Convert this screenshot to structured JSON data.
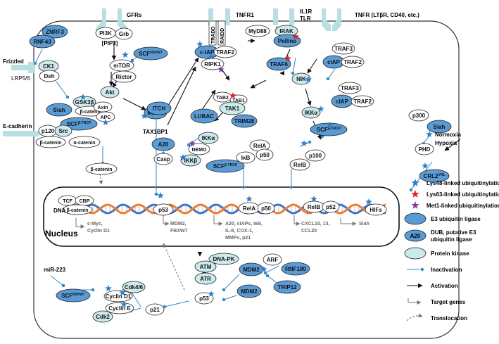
{
  "receptors": {
    "gfrs": "GFRs",
    "tnfr1": "TNFR1",
    "il1r": "IL1R",
    "tlr": "TLR",
    "tnfr_other": "TNFR (LTβR, CD40, etc.)",
    "frizzled": "Frizzled",
    "lrp": "LRP5/6",
    "ecadherin": "E-cadherin",
    "tradd": "TRADD",
    "raidd": "RAIDD"
  },
  "nodes": {
    "znrf3": "ZNRF3",
    "rnf43": "RNF43",
    "ck1": "CK1",
    "dsh": "Dsh",
    "pi3k": "PI3K",
    "grb": "Grb",
    "pip3": "[PIP3]",
    "scf_fbxw7_top_main": "SCF",
    "scf_fbxw7_top_sup": "FBXW7",
    "mtor": "mTOR",
    "rictor": "Rictor",
    "akt": "Akt",
    "mdm2_top": "MDM2",
    "gsk3b": "GSK3β",
    "siah_left": "Siah",
    "bcat_complex": "β-catenin",
    "axin": "Axin",
    "apc": "APC",
    "scf_btrcp_left_main": "SCF",
    "scf_btrcp_left_sup": "β-TRCP",
    "p120": "p120",
    "src": "Src",
    "bcat_ecad": "β-catenin",
    "acat": "α-catenin",
    "bcat_free": "β-catenin",
    "ciap_tnfr1": "c-IAP",
    "traf2_tnfr1": "TRAF2",
    "ripk1": "RIPK1",
    "itch": "ITCH",
    "tax1bp1": "TAX1BP1",
    "a20": "A20",
    "casp": "Casp",
    "ikka_top": "IKKα",
    "nemo": "NEMO",
    "ikkb": "IKKβ",
    "lubac": "LUBAC",
    "tab2": "TAB2",
    "tab1": "TAB1",
    "tak1": "TAK1",
    "trim28": "TRIM28",
    "myd88": "MyD88",
    "irak": "IRAK",
    "pellino": "Pellino",
    "traf6": "TRAF6",
    "traf3_a": "TRAF3",
    "ciap_a": "cIAP",
    "traf2_a": "TRAF2",
    "nik": "NIK",
    "traf3_b": "TRAF3",
    "ciap_b": "cIAP",
    "traf2_b": "TRAF2",
    "ikka_nc": "IKKα",
    "scf_btrcp_mid_main": "SCF",
    "scf_btrcp_mid_sup": "β-TRCP",
    "relb_cyto": "RelB",
    "p100": "p100",
    "rela_cyto": "RelA",
    "ikb": "IκB",
    "p50_cyto": "p50",
    "scf_btrcp_ikb_main": "SCF",
    "scf_btrcp_ikb_sup": "β-TRCP",
    "siah_right": "Siah",
    "p300": "p300",
    "phd": "PHD",
    "crl2_main": "CRL2",
    "crl2_sup": "VHL",
    "tcf": "TCF",
    "cbp": "CBP",
    "bcat_nuc": "β-catenin",
    "p53_nuc": "p53",
    "rela_nuc": "RelA",
    "p50_nuc": "p50",
    "relb_nuc": "RelB",
    "p52": "p52",
    "hifs": "HIFs",
    "atm": "ATM",
    "atr": "ATR",
    "dnapk": "DNA-PK",
    "mdm2_low": "MDM2",
    "arf": "ARF",
    "rnf180": "RNF180",
    "trip12": "TRIP12",
    "mdm2_bottom": "MDM2",
    "p53_cyto": "p53",
    "p21": "p21",
    "cdk46": "Cdk4/6",
    "cyclind1": "Cyclin D1",
    "cycline": "Cyclin E",
    "cdk2": "Cdk2",
    "scf_fbxw7_low_main": "SCF",
    "scf_fbxw7_low_sup": "FBXW7"
  },
  "labels": {
    "dna": "DNA",
    "nucleus": "Nucleus",
    "normoxia": "Normoxia",
    "hypoxia": "Hypoxia",
    "mir223": "miR-223",
    "gene_wnt_1": "c-Myc,",
    "gene_wnt_2": "Cyclin D1",
    "gene_p53_1": "MDM2,",
    "gene_p53_2": "FBXW7",
    "gene_nfkb_1": "A20, cIAPs, IκB,",
    "gene_nfkb_2": "IL-8, COX-1,",
    "gene_nfkb_3": "MMPs, p21",
    "gene_nc_1": "CXCL10, 13,",
    "gene_nc_2": "CCL20",
    "gene_hif": "Siah"
  },
  "legend": [
    "Lys48-linked ubiquitinylation",
    "Lys63-linked ubiquitinylation",
    "Met1-linked ubiquitinylation",
    "E3 ubiquitin ligase",
    "DUB, putative E3",
    "ubiquitin ligase",
    "A20",
    "Protein kinase",
    "Inactivation",
    "Activation",
    "Target genes",
    "Translocation"
  ],
  "colors": {
    "e3_fill": "#5b9bd5",
    "kinase_fill": "#cce9ec",
    "receptor_fill": "#b8dfe2",
    "inhibit": "#2e8bc9",
    "star_lys48": "#2e7ec7",
    "star_lys63": "#e0202a",
    "star_met1": "#7b3fa0",
    "dna_blue": "#4472c4",
    "dna_orange": "#ed7d31"
  }
}
